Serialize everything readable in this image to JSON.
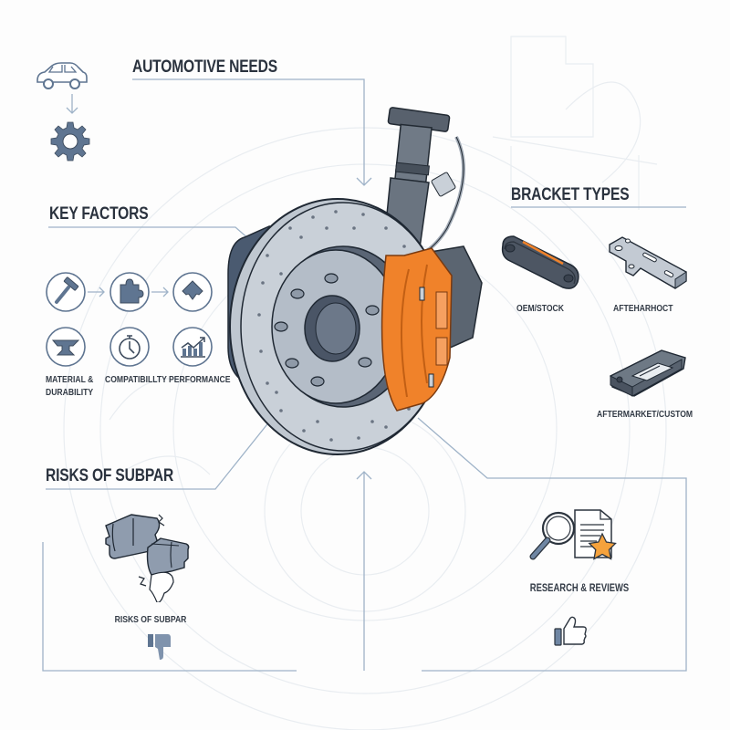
{
  "sections": {
    "automotive_needs": {
      "title": "AUTOMOTIVE NEEDS",
      "icons": [
        "car-icon",
        "arrow-down-icon",
        "gear-icon"
      ]
    },
    "key_factors": {
      "title": "KEY FACTORS",
      "top_icons": [
        "hammer-icon",
        "puzzle-piece-icon",
        "diamond-puzzle-icon"
      ],
      "items": [
        {
          "icon": "anvil-icon",
          "label_line1": "MATERIAL &",
          "label_line2": "DURABILITY"
        },
        {
          "icon": "stopwatch-icon",
          "label_line1": "COMPATIBILLTY",
          "label_line2": ""
        },
        {
          "icon": "growth-chart-icon",
          "label_line1": "PERFORMANCE",
          "label_line2": ""
        }
      ]
    },
    "bracket_types": {
      "title": "BRACKET TYPES",
      "items": [
        {
          "icon": "oem-bracket-icon",
          "label": "OEM/STOCK"
        },
        {
          "icon": "aftermarket-bracket-icon",
          "label": "AFTEHARHOCT"
        },
        {
          "icon": "custom-bracket-icon",
          "label": "AFTERMARKET/CUSTOM"
        }
      ]
    },
    "risks": {
      "title": "RISKS OF SUBPAR",
      "caption": "RISKS OF SUBPAR",
      "icons": [
        "cracked-brake-pad-icon",
        "thumbs-down-icon"
      ]
    },
    "research": {
      "caption": "RESEARCH & REVIEWS",
      "icons": [
        "magnifier-document-star-icon",
        "thumbs-up-icon"
      ]
    }
  },
  "center_illustration": "brake-disc-caliper-assembly",
  "colors": {
    "line": "#9fb3c8",
    "icon_blue": "#5f7591",
    "icon_outline": "#3e4c5e",
    "caliper_orange": "#f0822a",
    "star_orange": "#f5a23c",
    "rotor": "#c9d0d8",
    "text": "#2a323e"
  }
}
